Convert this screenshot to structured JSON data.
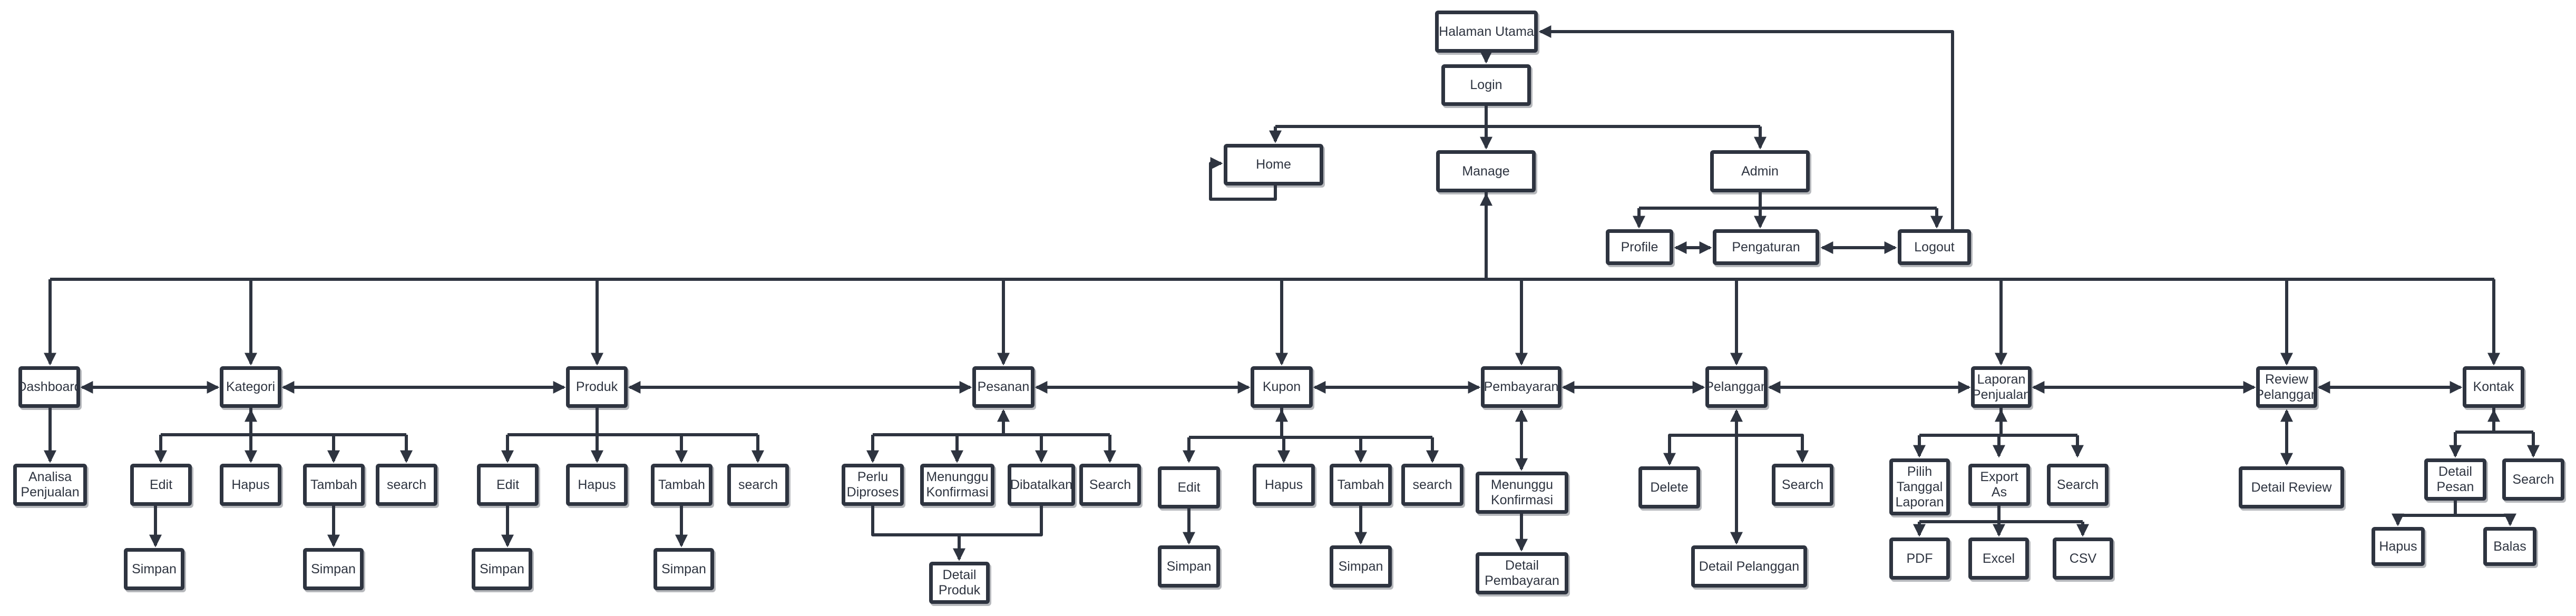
{
  "nodes": {
    "halaman_utama": "Halaman Utama",
    "login": "Login",
    "home": "Home",
    "manage": "Manage",
    "admin": "Admin",
    "profile": "Profile",
    "pengaturan": "Pengaturan",
    "logout": "Logout",
    "dashboard": "Dashboard",
    "kategori": "Kategori",
    "produk": "Produk",
    "pesanan": "Pesanan",
    "kupon": "Kupon",
    "pembayaran": "Pembayaran",
    "pelanggan": "Pelanggan",
    "laporan": "Laporan\nPenjualan",
    "review": "Review\nPelanggan",
    "kontak": "Kontak",
    "analisa": "Analisa\nPenjualan",
    "kat_edit": "Edit",
    "kat_hapus": "Hapus",
    "kat_tambah": "Tambah",
    "kat_search": "search",
    "kat_edit_simpan": "Simpan",
    "kat_tambah_simpan": "Simpan",
    "prod_edit": "Edit",
    "prod_hapus": "Hapus",
    "prod_tambah": "Tambah",
    "prod_search": "search",
    "prod_edit_simpan": "Simpan",
    "prod_tambah_simpan": "Simpan",
    "perlu_diproses": "Perlu\nDiproses",
    "menunggu_konfirmasi": "Menunggu\nKonfirmasi",
    "dibatalkan": "Dibatalkan",
    "pes_search": "Search",
    "detail_produk": "Detail\nProduk",
    "kup_edit": "Edit",
    "kup_hapus": "Hapus",
    "kup_tambah": "Tambah",
    "kup_search": "search",
    "kup_edit_simpan": "Simpan",
    "kup_tambah_simpan": "Simpan",
    "pemb_menunggu": "Menunggu\nKonfirmasi",
    "detail_pembayaran": "Detail\nPembayaran",
    "pel_delete": "Delete",
    "pel_search": "Search",
    "detail_pelanggan": "Detail Pelanggan",
    "pilih_tanggal": "Pilih\nTanggal\nLaporan",
    "export_as": "Export\nAs",
    "lap_search": "Search",
    "pdf": "PDF",
    "excel": "Excel",
    "csv": "CSV",
    "detail_review": "Detail Review",
    "detail_pesan": "Detail\nPesan",
    "kon_search": "Search",
    "kon_hapus": "Hapus",
    "balas": "Balas"
  },
  "colors": {
    "line": "#2e3440",
    "box_border": "#2e3440",
    "box_fill": "#ffffff",
    "text": "#2e3440"
  }
}
